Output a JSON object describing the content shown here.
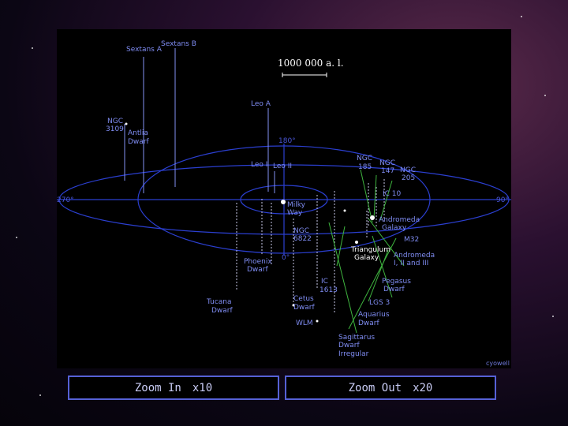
{
  "scale_label": "1000 000 a. l.",
  "angles": {
    "top": "180°",
    "left": "270°",
    "right": "90°",
    "bottom": "0°"
  },
  "labels": {
    "sextans_a": "Sextans A",
    "sextans_b": "Sextans B",
    "leo_a": "Leo A",
    "ngc3109_1": "NGC",
    "ngc3109_2": "3109",
    "antlia_1": "Antlia",
    "antlia_2": "Dwarf",
    "leo_i": "Leo I",
    "leo_ii": "Leo II",
    "ngc185_1": "NGC",
    "ngc185_2": "185",
    "ngc147_1": "NGC",
    "ngc147_2": "147",
    "ngc205_1": "NGC",
    "ngc205_2": "205",
    "ic10": "IC 10",
    "milky_1": "Milky",
    "milky_2": "Way",
    "andromeda_1": "Andromeda",
    "andromeda_2": "Galaxy",
    "m32": "M32",
    "ngc6822_1": "NGC",
    "ngc6822_2": "6822",
    "triangulum_1": "Triangulum",
    "triangulum_2": "Galaxy",
    "andromeda_sat_1": "Andromeda",
    "andromeda_sat_2": "I, II and III",
    "phoenix_1": "Phoenix",
    "phoenix_2": "Dwarf",
    "ic1613_1": "IC",
    "ic1613_2": "1613",
    "pegasus_1": "Pegasus",
    "pegasus_2": "Dwarf",
    "tucana_1": "Tucana",
    "tucana_2": "Dwarf",
    "cetus_1": "Cetus",
    "cetus_2": "Dwarf",
    "lgs3": "LGS 3",
    "aquarius_1": "Aquarius",
    "aquarius_2": "Dwarf",
    "wlm": "WLM",
    "sagittarius_1": "Sagittarus",
    "sagittarius_2": "Dwarf",
    "sagittarius_3": "Irregular"
  },
  "credit": "cyowell",
  "buttons": {
    "zoom_in_label": "Zoom In",
    "zoom_in_factor": "x10",
    "zoom_out_label": "Zoom Out",
    "zoom_out_factor": "x20"
  },
  "colors": {
    "ring": "#2b3fd0",
    "line_blue": "#8592f5",
    "line_green": "#3fb53f",
    "button_border": "#5661d6"
  }
}
